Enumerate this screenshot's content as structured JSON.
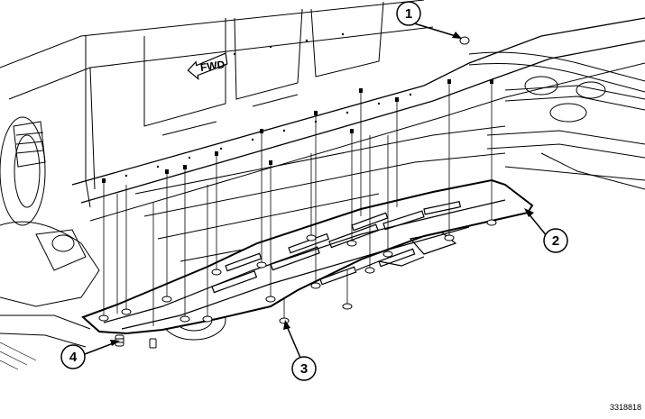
{
  "diagram": {
    "direction_label": "FWD",
    "figure_id": "3318818",
    "callouts": [
      {
        "id": "callout-1",
        "number": "1"
      },
      {
        "id": "callout-2",
        "number": "2"
      },
      {
        "id": "callout-3",
        "number": "3"
      },
      {
        "id": "callout-4",
        "number": "4"
      }
    ]
  }
}
